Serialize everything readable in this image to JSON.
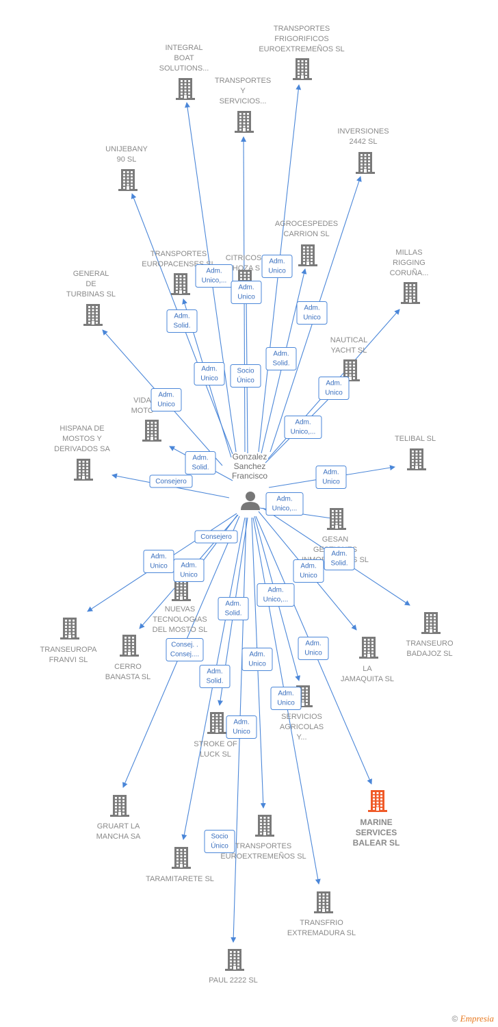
{
  "center": {
    "name_lines": [
      "Gonzalez",
      "Sanchez",
      "Francisco"
    ]
  },
  "colors": {
    "edge": "#4a86d8",
    "building": "#7a7a7a",
    "highlight": "#f05a28",
    "label": "#8a8a8a"
  },
  "companies": [
    {
      "id": "integral",
      "lines": [
        "INTEGRAL",
        "BOAT",
        "SOLUTIONS..."
      ]
    },
    {
      "id": "tfrigo",
      "lines": [
        "TRANSPORTES",
        "FRIGORIFICOS",
        "EUROEXTREMEÑOS SL"
      ]
    },
    {
      "id": "tys",
      "lines": [
        "TRANSPORTES",
        "Y",
        "SERVICIOS..."
      ]
    },
    {
      "id": "inversiones",
      "lines": [
        "INVERSIONES",
        "2442 SL"
      ]
    },
    {
      "id": "unijebany",
      "lines": [
        "UNIJEBANY",
        "90 SL"
      ]
    },
    {
      "id": "agrocespedes",
      "lines": [
        "AGROCESPEDES",
        "CARRION SL"
      ]
    },
    {
      "id": "teuropacenses",
      "lines": [
        "TRANSPORTES",
        "EUROPACENSES SL"
      ]
    },
    {
      "id": "citricos",
      "lines": [
        "CITRICOS",
        "CHOZA S"
      ]
    },
    {
      "id": "millas",
      "lines": [
        "MILLAS",
        "RIGGING",
        "CORUÑA..."
      ]
    },
    {
      "id": "general",
      "lines": [
        "GENERAL",
        "DE",
        "TURBINAS SL"
      ]
    },
    {
      "id": "nautical",
      "lines": [
        "NAUTICAL",
        "YACHT SL"
      ]
    },
    {
      "id": "vida",
      "lines": [
        "VIDA",
        "MOTO"
      ]
    },
    {
      "id": "hispana",
      "lines": [
        "HISPANA DE",
        "MOSTOS Y",
        "DERIVADOS SA"
      ]
    },
    {
      "id": "telibal",
      "lines": [
        "TELIBAL SL"
      ]
    },
    {
      "id": "gesan",
      "lines": [
        "GESAN",
        "GESTIONES",
        "INMOBILIARIAS SL"
      ]
    },
    {
      "id": "nuevas",
      "lines": [
        "NUEVAS",
        "TECNOLOGIAS",
        "DEL MOSTO SL"
      ]
    },
    {
      "id": "transeuropa",
      "lines": [
        "TRANSEUROPA",
        "FRANVI SL"
      ]
    },
    {
      "id": "cerro",
      "lines": [
        "CERRO",
        "BANASTA SL"
      ]
    },
    {
      "id": "transeuro",
      "lines": [
        "TRANSEURO",
        "BADAJOZ SL"
      ]
    },
    {
      "id": "jamaquita",
      "lines": [
        "LA",
        "JAMAQUITA SL"
      ]
    },
    {
      "id": "servicios",
      "lines": [
        "SERVICIOS",
        "AGRICOLAS",
        "Y..."
      ]
    },
    {
      "id": "stroke",
      "lines": [
        "STROKE OF",
        "LUCK SL"
      ]
    },
    {
      "id": "marine",
      "lines": [
        "MARINE",
        "SERVICES",
        "BALEAR SL"
      ],
      "highlight": true
    },
    {
      "id": "gruart",
      "lines": [
        "GRUART LA",
        "MANCHA SA"
      ]
    },
    {
      "id": "teuroextremenos",
      "lines": [
        "TRANSPORTES",
        "EUROEXTREMEÑOS SL"
      ]
    },
    {
      "id": "taramitarete",
      "lines": [
        "TARAMITARETE SL"
      ]
    },
    {
      "id": "transfrio",
      "lines": [
        "TRANSFRIO",
        "EXTREMADURA SL"
      ]
    },
    {
      "id": "paul",
      "lines": [
        "PAUL 2222 SL"
      ]
    }
  ],
  "relations": [
    {
      "lines": [
        "Adm.",
        "Unico,..."
      ]
    },
    {
      "lines": [
        "Adm.",
        "Unico"
      ]
    },
    {
      "lines": [
        "Adm.",
        "Unico"
      ]
    },
    {
      "lines": [
        "Adm.",
        "Solid."
      ]
    },
    {
      "lines": [
        "Adm.",
        "Unico"
      ]
    },
    {
      "lines": [
        "Adm.",
        "Solid."
      ]
    },
    {
      "lines": [
        "Adm.",
        "Unico"
      ]
    },
    {
      "lines": [
        "Socio",
        "Único"
      ]
    },
    {
      "lines": [
        "Adm.",
        "Unico"
      ]
    },
    {
      "lines": [
        "Adm.",
        "Unico"
      ]
    },
    {
      "lines": [
        "Adm.",
        "Unico,..."
      ]
    },
    {
      "lines": [
        "Adm.",
        "Solid."
      ]
    },
    {
      "lines": [
        "Consejero"
      ]
    },
    {
      "lines": [
        "Adm.",
        "Unico"
      ]
    },
    {
      "lines": [
        "Adm.",
        "Unico,..."
      ]
    },
    {
      "lines": [
        "Consejero"
      ]
    },
    {
      "lines": [
        "Adm.",
        "Unico"
      ]
    },
    {
      "lines": [
        "Adm.",
        "Unico"
      ]
    },
    {
      "lines": [
        "Adm.",
        "Solid."
      ]
    },
    {
      "lines": [
        "Adm.",
        "Unico"
      ]
    },
    {
      "lines": [
        "Adm.",
        "Solid."
      ]
    },
    {
      "lines": [
        "Adm.",
        "Unico,..."
      ]
    },
    {
      "lines": [
        "Consej. .",
        "Consej...."
      ]
    },
    {
      "lines": [
        "Adm.",
        "Unico"
      ]
    },
    {
      "lines": [
        "Adm.",
        "Unico"
      ]
    },
    {
      "lines": [
        "Adm.",
        "Solid."
      ]
    },
    {
      "lines": [
        "Adm.",
        "Unico"
      ]
    },
    {
      "lines": [
        "Adm.",
        "Unico"
      ]
    },
    {
      "lines": [
        "Socio",
        "Único"
      ]
    }
  ],
  "credit": {
    "symbol": "©",
    "brand": "Empresia"
  }
}
